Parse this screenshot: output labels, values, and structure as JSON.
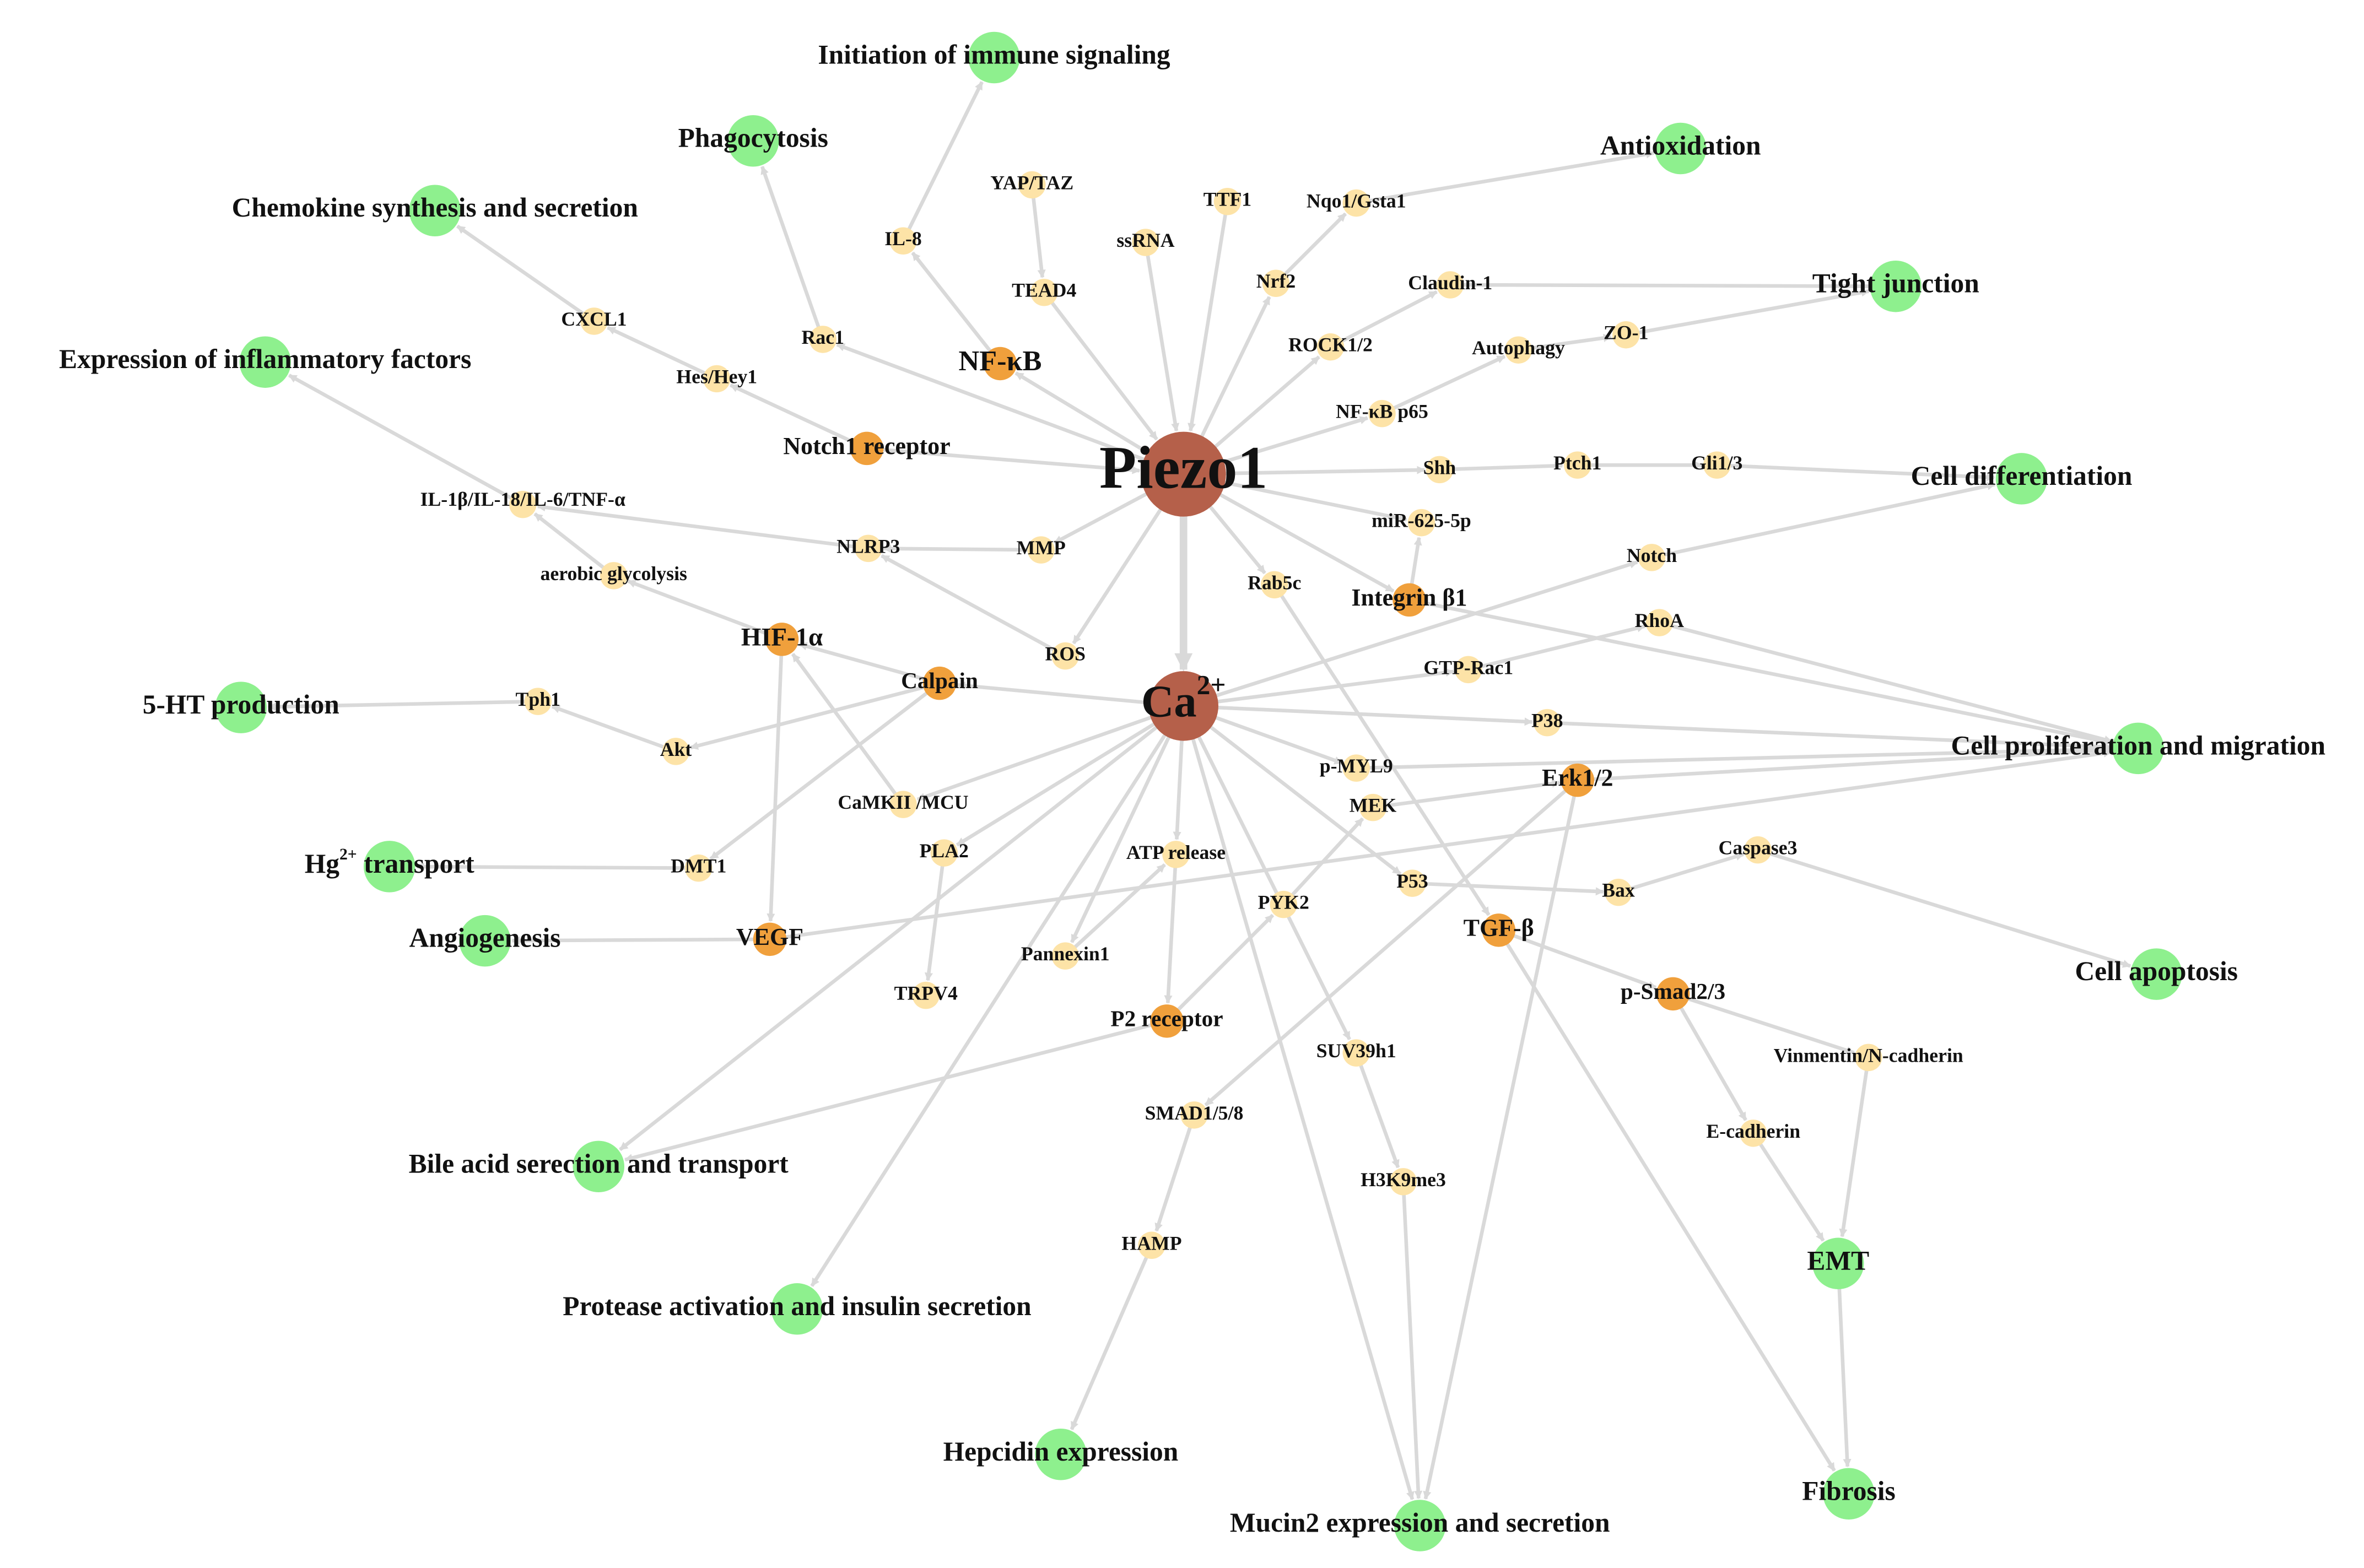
{
  "colors": {
    "hub": "#b5604a",
    "key": "#f0a03c",
    "intermediate": "#fde3a7",
    "outcome": "#8ef08e",
    "edge": "#d9d9d9",
    "text": "#111111"
  },
  "nodes": {
    "piezo1": {
      "label": "Piezo1",
      "kind": "hub"
    },
    "ca": {
      "label": "Ca",
      "sup": "2+",
      "kind": "hub"
    },
    "nfkb": {
      "label": "NF-κB",
      "kind": "key"
    },
    "notch1r": {
      "label": "Notch1 receptor",
      "kind": "key"
    },
    "hif1a": {
      "label": "HIF-1α",
      "kind": "key"
    },
    "calpain": {
      "label": "Calpain",
      "kind": "key"
    },
    "integrinb1": {
      "label": "Integrin β1",
      "kind": "key"
    },
    "erk": {
      "label": "Erk1/2",
      "kind": "key"
    },
    "tgfb": {
      "label": "TGF-β",
      "kind": "key"
    },
    "psmad": {
      "label": "p-Smad2/3",
      "kind": "key"
    },
    "p2r": {
      "label": "P2 receptor",
      "kind": "key"
    },
    "vegf": {
      "label": "VEGF",
      "kind": "key"
    },
    "il8": {
      "label": "IL-8",
      "kind": "intermediate"
    },
    "yaptaz": {
      "label": "YAP/TAZ",
      "kind": "intermediate"
    },
    "tead4": {
      "label": "TEAD4",
      "kind": "intermediate"
    },
    "ttf1": {
      "label": "TTF1",
      "kind": "intermediate"
    },
    "ssrna": {
      "label": "ssRNA",
      "kind": "intermediate"
    },
    "nqo1": {
      "label": "Nqo1/Gsta1",
      "kind": "intermediate"
    },
    "nrf2": {
      "label": "Nrf2",
      "kind": "intermediate"
    },
    "claudin": {
      "label": "Claudin-1",
      "kind": "intermediate"
    },
    "rock": {
      "label": "ROCK1/2",
      "kind": "intermediate"
    },
    "autophagy": {
      "label": "Autophagy",
      "kind": "intermediate"
    },
    "zo1": {
      "label": "ZO-1",
      "kind": "intermediate"
    },
    "nfkbp65": {
      "label": "NF-κB p65",
      "kind": "intermediate"
    },
    "shh": {
      "label": "Shh",
      "kind": "intermediate"
    },
    "ptch1": {
      "label": "Ptch1",
      "kind": "intermediate"
    },
    "gli": {
      "label": "Gli1/3",
      "kind": "intermediate"
    },
    "mir": {
      "label": "miR-625-5p",
      "kind": "intermediate"
    },
    "rac1": {
      "label": "Rac1",
      "kind": "intermediate"
    },
    "cxcl1": {
      "label": "CXCL1",
      "kind": "intermediate"
    },
    "hes": {
      "label": "Hes/Hey1",
      "kind": "intermediate"
    },
    "il1b": {
      "label": "IL-1β/IL-18/IL-6/TNF-α",
      "kind": "intermediate"
    },
    "nlrp3": {
      "label": "NLRP3",
      "kind": "intermediate"
    },
    "mmp": {
      "label": "MMP",
      "kind": "intermediate"
    },
    "glyco": {
      "label": "aerobic glycolysis",
      "kind": "intermediate"
    },
    "ros": {
      "label": "ROS",
      "kind": "intermediate"
    },
    "rab5c": {
      "label": "Rab5c",
      "kind": "intermediate"
    },
    "notch": {
      "label": "Notch",
      "kind": "intermediate"
    },
    "rhoa": {
      "label": "RhoA",
      "kind": "intermediate"
    },
    "gtprac1": {
      "label": "GTP-Rac1",
      "kind": "intermediate"
    },
    "p38": {
      "label": "P38",
      "kind": "intermediate"
    },
    "tph1": {
      "label": "Tph1",
      "kind": "intermediate"
    },
    "akt": {
      "label": "Akt",
      "kind": "intermediate"
    },
    "camk": {
      "label": "CaMKII /MCU",
      "kind": "intermediate"
    },
    "pmyl9": {
      "label": "p-MYL9",
      "kind": "intermediate"
    },
    "mek": {
      "label": "MEK",
      "kind": "intermediate"
    },
    "pla2": {
      "label": "PLA2",
      "kind": "intermediate"
    },
    "atp": {
      "label": "ATP release",
      "kind": "intermediate"
    },
    "dmt1": {
      "label": "DMT1",
      "kind": "intermediate"
    },
    "p53": {
      "label": "P53",
      "kind": "intermediate"
    },
    "bax": {
      "label": "Bax",
      "kind": "intermediate"
    },
    "casp3": {
      "label": "Caspase3",
      "kind": "intermediate"
    },
    "pyk2": {
      "label": "PYK2",
      "kind": "intermediate"
    },
    "panx1": {
      "label": "Pannexin1",
      "kind": "intermediate"
    },
    "trpv4": {
      "label": "TRPV4",
      "kind": "intermediate"
    },
    "vim": {
      "label": "Vinmentin/N-cadherin",
      "kind": "intermediate"
    },
    "suv": {
      "label": "SUV39h1",
      "kind": "intermediate"
    },
    "smad158": {
      "label": "SMAD1/5/8",
      "kind": "intermediate"
    },
    "ecad": {
      "label": "E-cadherin",
      "kind": "intermediate"
    },
    "h3k9": {
      "label": "H3K9me3",
      "kind": "intermediate"
    },
    "hamp": {
      "label": "HAMP",
      "kind": "intermediate"
    },
    "o_immune": {
      "label": "Initiation of immune signaling",
      "kind": "outcome"
    },
    "o_phago": {
      "label": "Phagocytosis",
      "kind": "outcome"
    },
    "o_antiox": {
      "label": "Antioxidation",
      "kind": "outcome"
    },
    "o_chemo": {
      "label": "Chemokine synthesis and secretion",
      "kind": "outcome"
    },
    "o_tight": {
      "label": "Tight junction",
      "kind": "outcome"
    },
    "o_inflam": {
      "label": "Expression of inflammatory factors",
      "kind": "outcome"
    },
    "o_diff": {
      "label": "Cell differentiation",
      "kind": "outcome"
    },
    "o_5ht": {
      "label": "5-HT production",
      "kind": "outcome"
    },
    "o_prolif": {
      "label": "Cell proliferation and migration",
      "kind": "outcome"
    },
    "o_hg": {
      "label": "Hg",
      "sup": "2+",
      "label2": " transport",
      "kind": "outcome"
    },
    "o_angio": {
      "label": "Angiogenesis",
      "kind": "outcome"
    },
    "o_apop": {
      "label": "Cell apoptosis",
      "kind": "outcome"
    },
    "o_bile": {
      "label": "Bile acid serection and transport",
      "kind": "outcome"
    },
    "o_emt": {
      "label": "EMT",
      "kind": "outcome"
    },
    "o_protease": {
      "label": "Protease activation and insulin secretion",
      "kind": "outcome"
    },
    "o_hepc": {
      "label": "Hepcidin expression",
      "kind": "outcome"
    },
    "o_fibro": {
      "label": "Fibrosis",
      "kind": "outcome"
    },
    "o_mucin": {
      "label": "Mucin2 expression and secretion",
      "kind": "outcome"
    }
  },
  "edges": [
    [
      "ssrna",
      "piezo1"
    ],
    [
      "tead4",
      "piezo1"
    ],
    [
      "ttf1",
      "piezo1"
    ],
    [
      "notch1r",
      "piezo1"
    ],
    [
      "yaptaz",
      "tead4"
    ],
    [
      "piezo1",
      "nfkb"
    ],
    [
      "piezo1",
      "rac1"
    ],
    [
      "piezo1",
      "nrf2"
    ],
    [
      "piezo1",
      "rock"
    ],
    [
      "piezo1",
      "nfkbp65"
    ],
    [
      "piezo1",
      "shh"
    ],
    [
      "piezo1",
      "mir"
    ],
    [
      "piezo1",
      "rab5c"
    ],
    [
      "piezo1",
      "integrinb1"
    ],
    [
      "piezo1",
      "mmp"
    ],
    [
      "piezo1",
      "ros"
    ],
    [
      "piezo1",
      "ca"
    ],
    [
      "nfkb",
      "il8"
    ],
    [
      "il8",
      "o_immune"
    ],
    [
      "rac1",
      "o_phago"
    ],
    [
      "nrf2",
      "nqo1"
    ],
    [
      "nqo1",
      "o_antiox"
    ],
    [
      "rock",
      "claudin"
    ],
    [
      "claudin",
      "o_tight"
    ],
    [
      "nfkbp65",
      "autophagy"
    ],
    [
      "autophagy",
      "zo1"
    ],
    [
      "zo1",
      "o_tight"
    ],
    [
      "shh",
      "ptch1"
    ],
    [
      "ptch1",
      "gli"
    ],
    [
      "gli",
      "o_diff"
    ],
    [
      "integrinb1",
      "mir"
    ],
    [
      "integrinb1",
      "o_prolif"
    ],
    [
      "notch1r",
      "hes"
    ],
    [
      "hes",
      "cxcl1"
    ],
    [
      "cxcl1",
      "o_chemo"
    ],
    [
      "mmp",
      "nlrp3"
    ],
    [
      "ros",
      "nlrp3"
    ],
    [
      "nlrp3",
      "il1b"
    ],
    [
      "il1b",
      "o_inflam"
    ],
    [
      "hif1a",
      "glyco"
    ],
    [
      "glyco",
      "il1b"
    ],
    [
      "hif1a",
      "vegf"
    ],
    [
      "calpain",
      "hif1a"
    ],
    [
      "camk",
      "hif1a"
    ],
    [
      "calpain",
      "akt"
    ],
    [
      "calpain",
      "dmt1"
    ],
    [
      "akt",
      "tph1"
    ],
    [
      "tph1",
      "o_5ht"
    ],
    [
      "dmt1",
      "o_hg"
    ],
    [
      "vegf",
      "o_angio"
    ],
    [
      "ca",
      "calpain"
    ],
    [
      "ca",
      "notch"
    ],
    [
      "ca",
      "gtprac1"
    ],
    [
      "ca",
      "p38"
    ],
    [
      "ca",
      "pmyl9"
    ],
    [
      "ca",
      "p53"
    ],
    [
      "ca",
      "atp"
    ],
    [
      "ca",
      "pla2"
    ],
    [
      "ca",
      "panx1"
    ],
    [
      "ca",
      "o_bile"
    ],
    [
      "ca",
      "o_protease"
    ],
    [
      "ca",
      "suv"
    ],
    [
      "ca",
      "o_mucin"
    ],
    [
      "ca",
      "camk"
    ],
    [
      "gtprac1",
      "rhoa"
    ],
    [
      "rhoa",
      "o_prolif"
    ],
    [
      "notch",
      "o_diff"
    ],
    [
      "p38",
      "o_prolif"
    ],
    [
      "pmyl9",
      "o_prolif"
    ],
    [
      "mek",
      "erk"
    ],
    [
      "erk",
      "o_prolif"
    ],
    [
      "erk",
      "o_mucin"
    ],
    [
      "erk",
      "smad158"
    ],
    [
      "pyk2",
      "mek"
    ],
    [
      "p2r",
      "pyk2"
    ],
    [
      "p2r",
      "o_bile"
    ],
    [
      "atp",
      "p2r"
    ],
    [
      "panx1",
      "atp"
    ],
    [
      "pla2",
      "trpv4"
    ],
    [
      "p53",
      "bax"
    ],
    [
      "bax",
      "casp3"
    ],
    [
      "casp3",
      "o_apop"
    ],
    [
      "rab5c",
      "tgfb"
    ],
    [
      "tgfb",
      "psmad"
    ],
    [
      "tgfb",
      "o_fibro"
    ],
    [
      "psmad",
      "vim"
    ],
    [
      "psmad",
      "ecad"
    ],
    [
      "vim",
      "o_emt"
    ],
    [
      "ecad",
      "o_emt"
    ],
    [
      "o_emt",
      "o_fibro"
    ],
    [
      "suv",
      "h3k9"
    ],
    [
      "h3k9",
      "o_mucin"
    ],
    [
      "smad158",
      "hamp"
    ],
    [
      "hamp",
      "o_hepc"
    ],
    [
      "vegf",
      "o_prolif"
    ]
  ]
}
